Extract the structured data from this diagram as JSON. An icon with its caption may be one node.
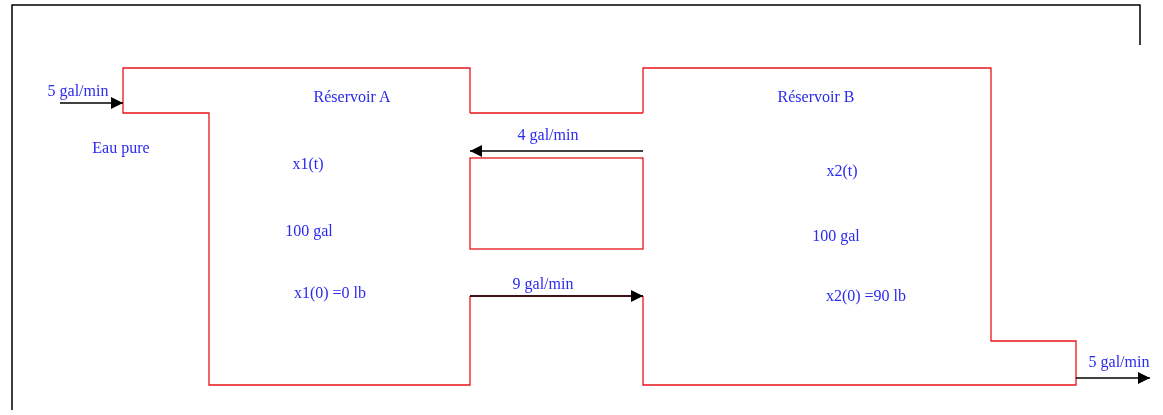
{
  "diagram": {
    "nodes": [
      {
        "text": [
          "Réservoir A",
          "x1(t)",
          "100 gal",
          "x1(0) =0 lb"
        ]
      },
      {
        "text": [
          "Réservoir B",
          "x2(t)",
          "100 gal",
          "x2(0) =90 lb"
        ]
      }
    ],
    "edges": [
      {
        "from": null,
        "to": 0,
        "arrow": "to",
        "label": "5 gal/min"
      },
      {
        "from": 1,
        "to": 0,
        "arrow": "to",
        "label": "4 gal/min"
      },
      {
        "from": 0,
        "to": 1,
        "arrow": "to",
        "label": "9 gal/min"
      },
      {
        "from": 1,
        "to": null,
        "arrow": "to",
        "label": "5 gal/min"
      }
    ],
    "labels": [
      "Eau pure"
    ]
  }
}
